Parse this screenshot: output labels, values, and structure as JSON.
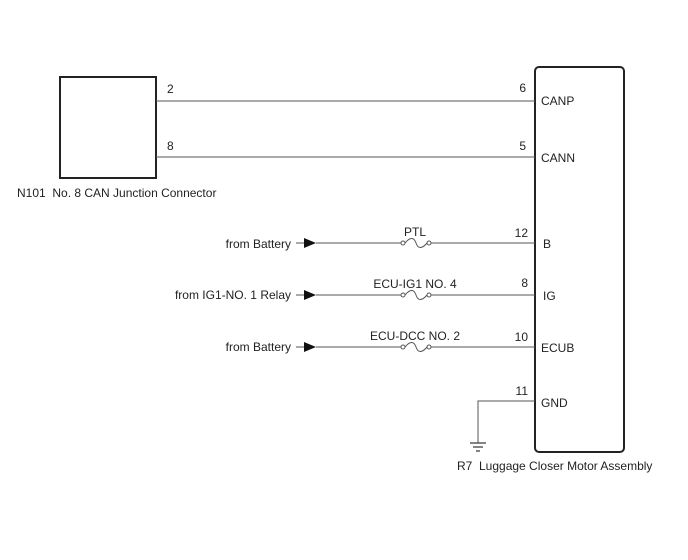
{
  "junction_connector": {
    "label": "N101  No. 8 CAN Junction Connector",
    "pins": [
      "2",
      "8"
    ]
  },
  "motor_assembly": {
    "label": "R7  Luggage Closer Motor Assembly",
    "terminals": [
      {
        "pin": "6",
        "name": "CANP"
      },
      {
        "pin": "5",
        "name": "CANN"
      },
      {
        "pin": "12",
        "name": "B"
      },
      {
        "pin": "8",
        "name": "IG"
      },
      {
        "pin": "10",
        "name": "ECUB"
      },
      {
        "pin": "11",
        "name": "GND"
      }
    ]
  },
  "sources": [
    {
      "label": "from Battery",
      "fuse": "PTL"
    },
    {
      "label": "from IG1-NO. 1 Relay",
      "fuse": "ECU-IG1 NO. 4"
    },
    {
      "label": "from Battery",
      "fuse": "ECU-DCC NO. 2"
    }
  ]
}
